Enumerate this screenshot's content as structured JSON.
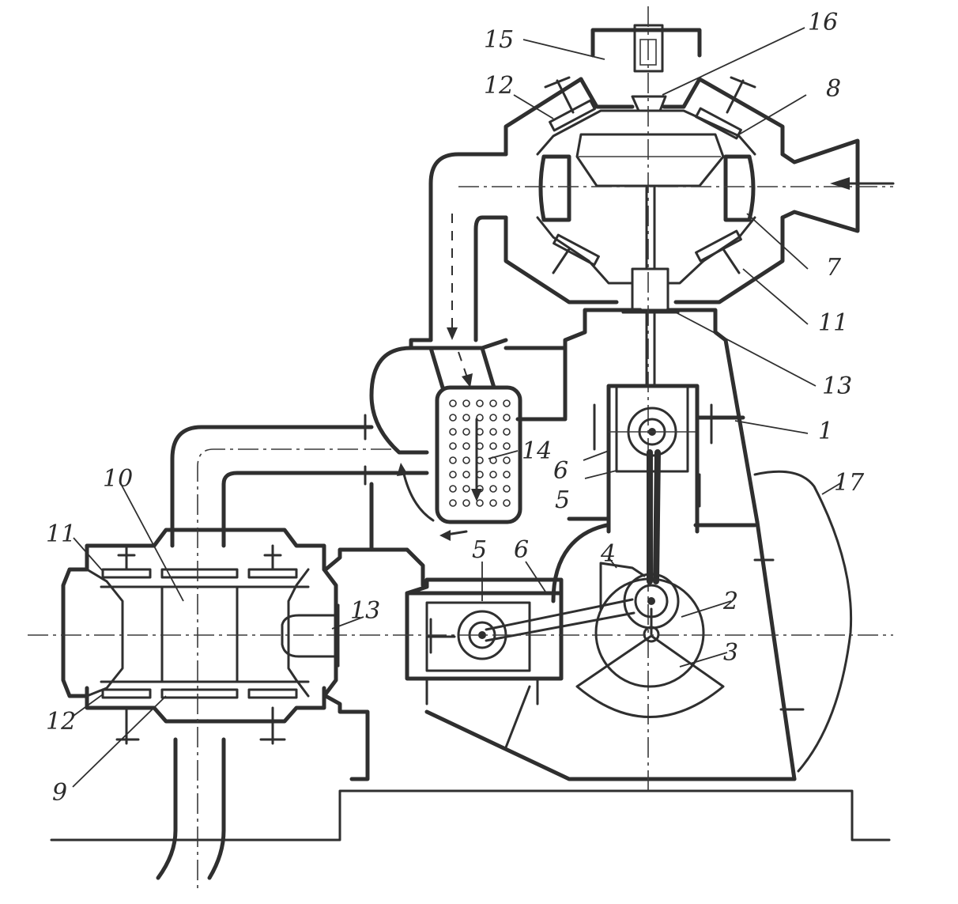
{
  "callouts": {
    "n1": "1",
    "n2": "2",
    "n3": "3",
    "n4": "4",
    "n5_vertical": "5",
    "n5_horizontal": "5",
    "n6_vertical": "6",
    "n6_horizontal": "6",
    "n7": "7",
    "n8": "8",
    "n9": "9",
    "n10": "10",
    "n11_upper": "11",
    "n11_lower": "11",
    "n12_upper": "12",
    "n12_lower": "12",
    "n13_upper": "13",
    "n13_lower": "13",
    "n14": "14",
    "n15": "15",
    "n16": "16",
    "n17": "17"
  },
  "colors": {
    "ink": "#2f2f2f",
    "paper": "#ffffff"
  }
}
